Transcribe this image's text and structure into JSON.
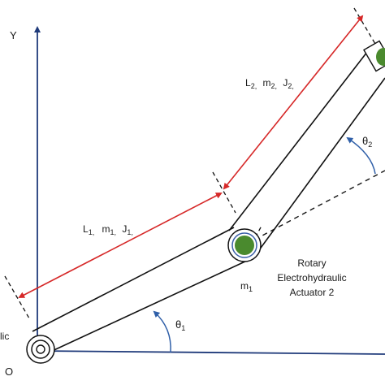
{
  "axes": {
    "y_label": "Y",
    "origin_label": "O"
  },
  "link1": {
    "label_main": "L",
    "label_sub": "1,",
    "mass_main": "m",
    "mass_sub": "1,",
    "inertia_main": "J",
    "inertia_sub": "1,"
  },
  "link2": {
    "label_main": "L",
    "label_sub": "2,",
    "mass_main": "m",
    "mass_sub": "2,",
    "inertia_main": "J",
    "inertia_sub": "2,"
  },
  "joint1_mass": {
    "main": "m",
    "sub": "1"
  },
  "angles": {
    "theta1_main": "θ",
    "theta1_sub": "1",
    "theta2_main": "θ",
    "theta2_sub": "2"
  },
  "actuator2": {
    "line1": "Rotary",
    "line2": "Electrohydraulic",
    "line3": "Actuator 2"
  },
  "actuator1_fragment": "lic",
  "colors": {
    "axis": "#1f3a7a",
    "link": "#111111",
    "dimension": "#d62828",
    "mass": "#4a8a2e",
    "mass_ring": "#3a5fa8",
    "angle_arc": "#2f5fa8"
  }
}
